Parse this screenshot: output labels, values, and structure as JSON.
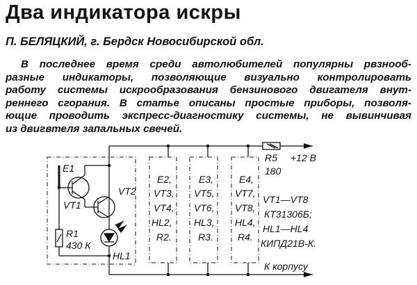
{
  "title": "Два индикатора искры",
  "author": "П. БЕЛЯЦКИЙ, г. Бердск Новосибирской обл.",
  "lead_lines": [
    "В последнее время среди автолюбителей популярны рвзнооб-",
    "разные индикаторы, позволяющие визуально контролировать",
    "работу системы искрообразования бензинового двигателя внут-",
    "реннего сгорания. В статье описаны простые приборы, позволя-",
    "ющие проводить экспресс-диагностику системы, не вывинчивая",
    "из двигвтеля запальных свечей."
  ],
  "circuit": {
    "e1": "E1",
    "vt1": "VT1",
    "vt2": "VT2",
    "r1": "R1",
    "r1_value": "430 К",
    "hl1": "HL1",
    "r5": "R5",
    "r5_value": "180",
    "supply": "+12 В",
    "ground": "К корпусу",
    "box2": [
      "E2,",
      "VT3,",
      "VT4,",
      "HL2,",
      "R2."
    ],
    "box3": [
      "E3,",
      "VT5,",
      "VT6,",
      "HL3,",
      "R3."
    ],
    "box4": [
      "E4,",
      "VT7,",
      "VT8,",
      "HL4,",
      "R4."
    ],
    "notes": [
      "VT1—VT8",
      "КТ31306Б;",
      "HL1—HL4",
      "КИПД21В-К."
    ]
  }
}
